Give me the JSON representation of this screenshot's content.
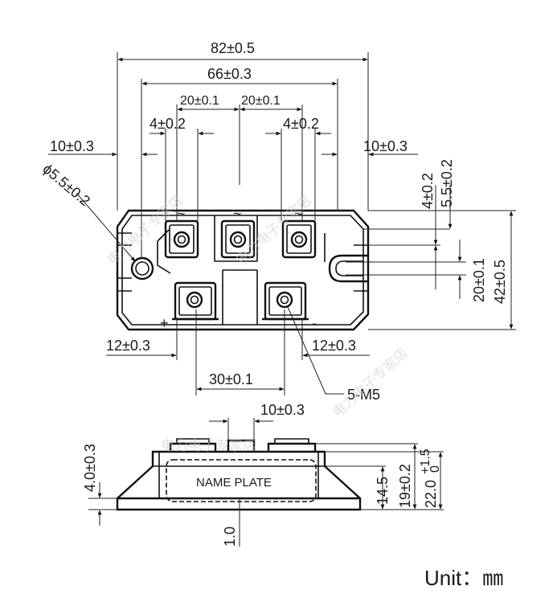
{
  "top_view": {
    "overall_width": "82±0.5",
    "inner_width": "66±0.3",
    "pitch_left": "20±0.1",
    "pitch_right": "20±0.1",
    "terminal_left": "4±0.2",
    "terminal_right": "4±0.2",
    "edge_left": "10±0.3",
    "edge_right": "10±0.3",
    "hole_dia": "ϕ5.5±0.2",
    "right_v1": "4±0.2",
    "right_v2": "5.5±0.2",
    "right_v3": "20±0.1",
    "right_v4": "42±0.5",
    "bottom_left": "12±0.3",
    "bottom_right": "12±0.3",
    "dc_pitch": "30±0.1",
    "screw_callout": "5-M5",
    "sym_ac1": "~",
    "sym_ac2": "~",
    "sym_ac3": "~",
    "sym_plus": "+",
    "sym_minus": "-"
  },
  "side_view": {
    "terminal_width": "10±0.3",
    "left_height": "4.0±0.3",
    "base_thickness": "1.0",
    "h1": "14.5",
    "h2": "19±0.2",
    "h3_main": "22.0",
    "h3_tol_upper": "+1.5",
    "h3_tol_lower": "0",
    "name_plate": "NAME PLATE"
  },
  "watermark": "电力电子专家店",
  "unit_label": "Unit：㎜"
}
